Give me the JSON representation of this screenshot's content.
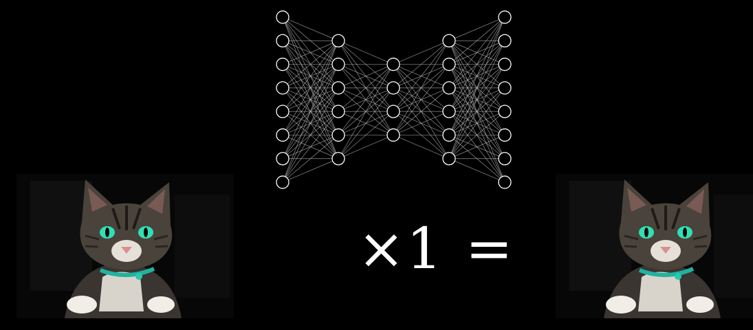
{
  "formula": {
    "times": "×",
    "multiplier": "1",
    "equals": "="
  },
  "network": {
    "layers": [
      8,
      6,
      4,
      6,
      8
    ]
  },
  "colors": {
    "background": "#000000",
    "node_stroke": "#ffffff",
    "edge_stroke": "#bdbdbd",
    "cat_eye": "#2fe0b4",
    "cat_collar": "#1fb3a0"
  },
  "images": {
    "input": "cat-photo",
    "output": "cat-photo-reconstruction"
  }
}
